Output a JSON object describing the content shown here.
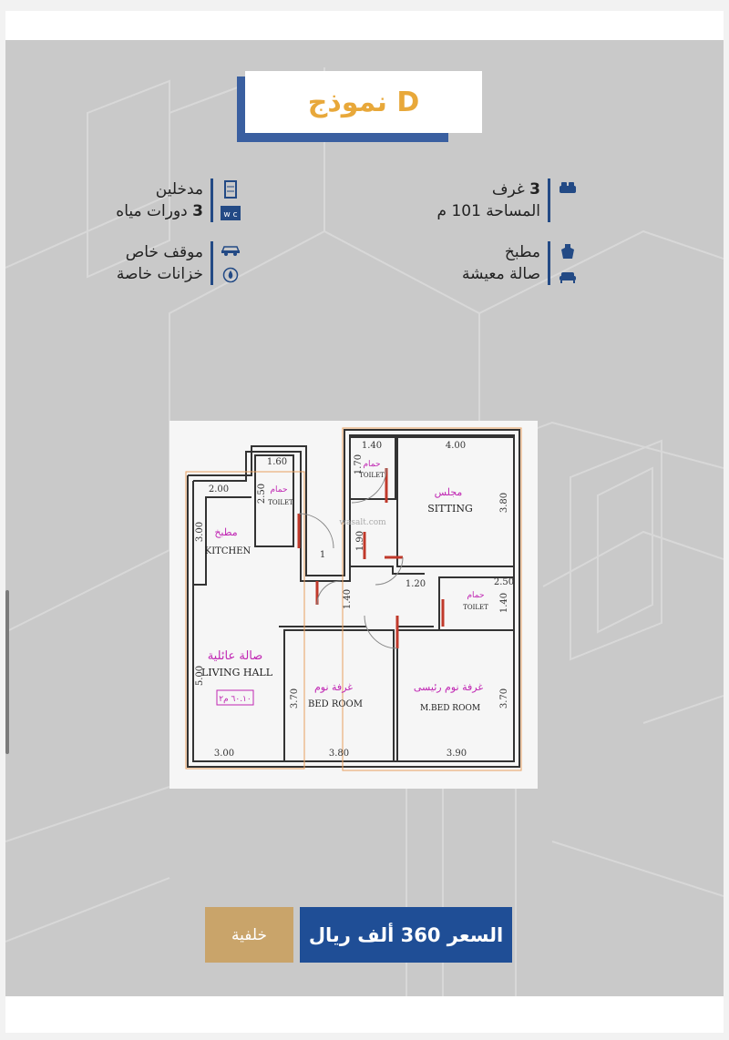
{
  "title": {
    "prefix": "نموذج",
    "model": "D",
    "text": "نموذج D"
  },
  "features": {
    "right_top": {
      "line1_num": "3",
      "line1_text": "غرف",
      "line2": "المساحة 101 م"
    },
    "right_bottom": {
      "line1": "مطبخ",
      "line2": "صالة معيشة"
    },
    "left_top": {
      "line1": "مدخلين",
      "line2_num": "3",
      "line2_text": "دورات مياه"
    },
    "left_bottom": {
      "line1": "موقف خاص",
      "line2": "خزانات خاصة"
    }
  },
  "icons": {
    "rooms": "bed-icon",
    "kitchen": "apron-icon",
    "living": "sofa-icon",
    "entrances": "door-icon",
    "wc": "wc-icon",
    "parking": "car-icon",
    "tanks": "tank-icon"
  },
  "floor_plan": {
    "watermark": "wasalt.com",
    "rooms": [
      {
        "ar": "مجلس",
        "en": "SITTING"
      },
      {
        "ar": "مطبخ",
        "en": "KITCHEN"
      },
      {
        "ar": "صالة عائلية",
        "en": "LIVING HALL",
        "area": "٦٠.١٠ م٢"
      },
      {
        "ar": "غرفة نوم",
        "en": "BED ROOM"
      },
      {
        "ar": "غرفة نوم رئيسى",
        "en": "M.BED ROOM"
      },
      {
        "ar": "حمام",
        "en": "TOILET"
      }
    ],
    "dimensions": [
      "1.60",
      "1.40",
      "4.00",
      "2.00",
      "2.50",
      "1.70",
      "3.00",
      "3.80",
      "1.90",
      "1.40",
      "1.20",
      "2.50",
      "1.40",
      "5.00",
      "3.70",
      "3.70",
      "3.00",
      "3.80",
      "3.90",
      "1"
    ]
  },
  "buttons": {
    "price": "السعر 360 ألف ريال",
    "background": "خلفية"
  },
  "colors": {
    "navy": "#234a85",
    "button_blue": "#1f4e96",
    "gold": "#e8a83a",
    "tan": "#c9a46a",
    "panel_gray": "#c9c9c9"
  }
}
